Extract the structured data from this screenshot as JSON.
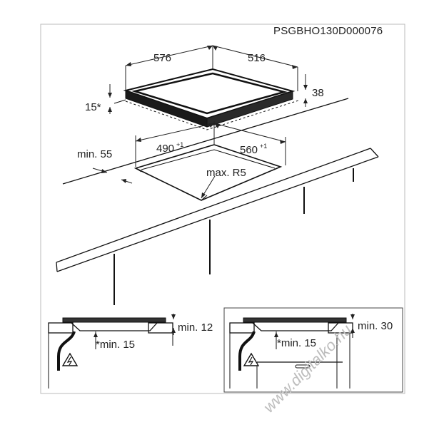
{
  "diagram": {
    "code": "PSGBHO130D000076",
    "dimensions": {
      "width_top": "576",
      "depth_top": "516",
      "thickness": "38",
      "edge": "15*",
      "cutout_width": "490",
      "cutout_width_tol": "+1",
      "cutout_depth": "560",
      "cutout_depth_tol": "+1",
      "front_clearance": "min. 55",
      "corner_radius": "max. R5"
    },
    "detail_left": {
      "top_clearance": "min. 12",
      "under_clearance": "*min. 15"
    },
    "detail_right": {
      "top_clearance": "min. 30",
      "under_clearance": "*min. 15"
    },
    "watermark": "www.digitalko.hu"
  }
}
